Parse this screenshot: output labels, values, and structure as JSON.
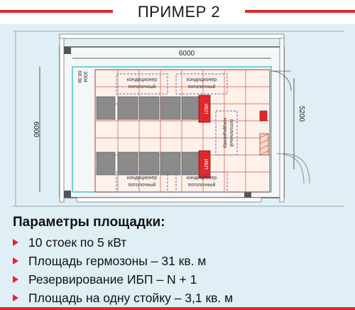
{
  "header": {
    "title": "ПРИМЕР 2"
  },
  "plan": {
    "dim_width": "6000",
    "dim_height_left": "6000",
    "dim_height_right": "5200",
    "small_dims": [
      "2004",
      "68.38"
    ],
    "ac_label_line1": "кондиционер",
    "ac_label_line2": "потолочный",
    "ups_label": "ИБП",
    "ups_colors": {
      "red": "#e0282c",
      "grid": "#b03a2e",
      "rack": "#888888",
      "wall": "#555555"
    }
  },
  "params": {
    "title": "Параметры площадки:",
    "items": [
      "10 стоек по 5 кВт",
      "Площадь гермозоны – 31 кв. м",
      "Резервирование ИБП – N + 1",
      "Площадь на одну стойку – 3,1 кв. м"
    ]
  }
}
